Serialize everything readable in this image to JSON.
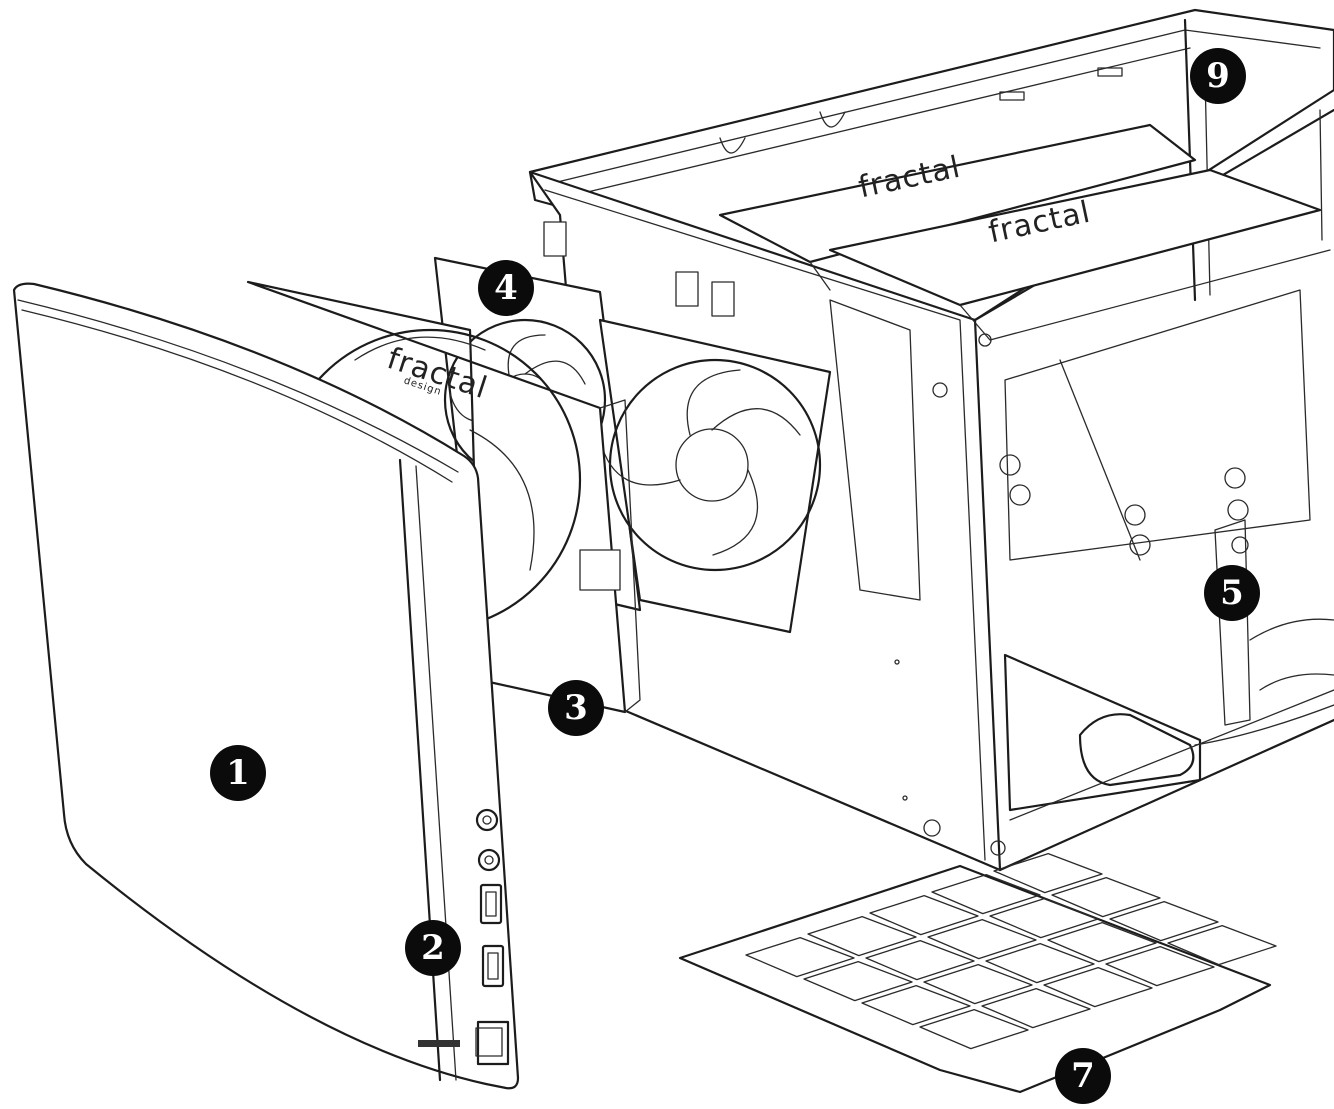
{
  "callouts": [
    {
      "id": "1",
      "label": "1"
    },
    {
      "id": "2",
      "label": "2"
    },
    {
      "id": "3",
      "label": "3"
    },
    {
      "id": "4",
      "label": "4"
    },
    {
      "id": "5",
      "label": "5"
    },
    {
      "id": "7",
      "label": "7"
    },
    {
      "id": "9",
      "label": "9"
    }
  ],
  "brand": {
    "name": "fractal",
    "sub": "design"
  },
  "colors": {
    "line": "#1c1c1c",
    "callout_fill": "#0b0b0b",
    "callout_text": "#ffffff",
    "background": "#ffffff"
  }
}
